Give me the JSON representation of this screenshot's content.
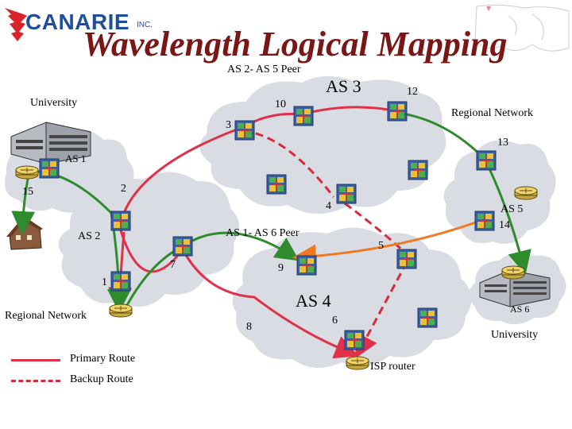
{
  "header": {
    "logo_text": "CANARIE",
    "logo_suffix": "INC.",
    "title": "Wavelength Logical Mapping",
    "subtitle": "AS 2- AS 5 Peer"
  },
  "labels": {
    "university_left": "University",
    "regional_network_right": "Regional Network",
    "regional_network_left": "Regional Network",
    "university_right": "University",
    "as1": "AS 1",
    "as2": "AS 2",
    "as3": "AS 3",
    "as4": "AS 4",
    "as5": "AS 5",
    "as6": "AS 6",
    "peer_as1_as6": "AS 1- AS 6 Peer",
    "isp_router": "ISP router"
  },
  "link_numbers": {
    "n1": "1",
    "n2": "2",
    "n3": "3",
    "n4": "4",
    "n5": "5",
    "n6": "6",
    "n7": "7",
    "n8": "8",
    "n9": "9",
    "n10": "10",
    "n12": "12",
    "n13": "13",
    "n14": "14",
    "n15": "15"
  },
  "legend": {
    "primary_route": "Primary Route",
    "backup_route": "Backup Route"
  },
  "colors": {
    "primary_route": "#e0304a",
    "backup_route": "#d62b3c",
    "green_route": "#2e8b2e",
    "orange_route": "#f07820",
    "cloud_fill": "#d9dde3",
    "title": "#7a1616",
    "logo": "#1f4e9c"
  }
}
